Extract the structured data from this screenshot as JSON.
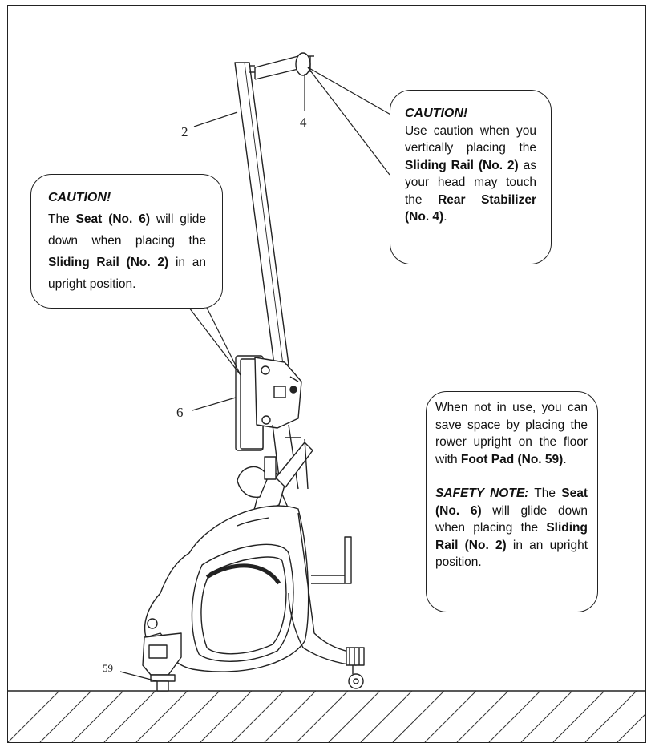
{
  "callouts": {
    "left_caution": {
      "title": "CAUTION!",
      "t1": "The ",
      "t2": "Seat (No. 6)",
      "t3": " will glide down when placing the ",
      "t4": "Sliding Rail (No. 2)",
      "t5": " in an upright position."
    },
    "right_caution": {
      "title": "CAUTION!",
      "t1": "Use caution when you vertically placing the ",
      "t2": "Sliding Rail (No. 2)",
      "t3": " as your head may touch the ",
      "t4": "Rear Stabilizer (No. 4)",
      "t5": "."
    },
    "storage": {
      "p1a": "When not in use, you can save space by placing the rower upright on the floor with ",
      "p1b": "Foot Pad (No. 59)",
      "p1c": ".",
      "note_label": "SAFETY NOTE:",
      "p2a": " The ",
      "p2b": "Seat (No. 6)",
      "p2c": " will glide down when placing the ",
      "p2d": "Sliding Rail (No. 2)",
      "p2e": " in an upright position."
    }
  },
  "part_labels": {
    "rail": "2",
    "stabilizer": "4",
    "seat": "6",
    "foot_pad": "59"
  }
}
